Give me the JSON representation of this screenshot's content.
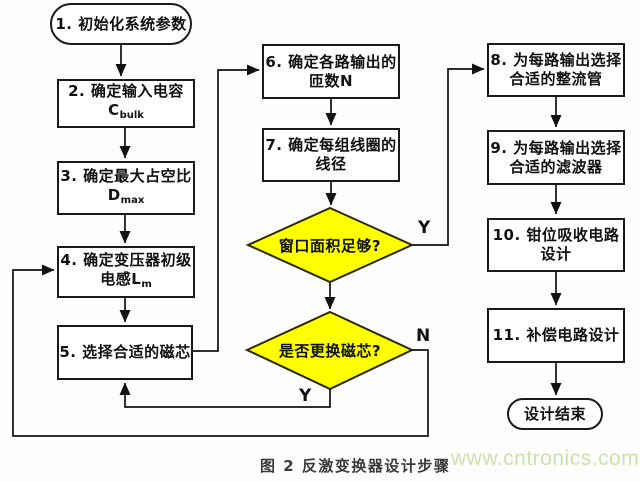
{
  "figure": {
    "caption": "图 2 反激变换器设计步骤",
    "watermark": "www.cntronics.com"
  },
  "colors": {
    "decision_fill": "#ffff00",
    "node_border": "#1a1a1a",
    "connector": "#111111",
    "caption_text": "#3a3a3a",
    "watermark_text": "#cde0ab"
  },
  "nodes": {
    "start": {
      "shape": "terminator",
      "label": "1. 初始化系统参数"
    },
    "step2": {
      "shape": "process",
      "line1": "2. 确定输入电容",
      "symbol": "C",
      "subscript": "bulk"
    },
    "step3": {
      "shape": "process",
      "line1": "3. 确定最大占空比",
      "symbol": "D",
      "subscript": "max"
    },
    "step4": {
      "shape": "process",
      "line1": "4. 确定变压器初级",
      "line2_prefix": "电感",
      "symbol": "L",
      "subscript": "m"
    },
    "step5": {
      "shape": "process",
      "label": "5. 选择合适的磁芯"
    },
    "step6": {
      "shape": "process",
      "line1": "6. 确定各路输出的",
      "line2": "匝数N"
    },
    "step7": {
      "shape": "process",
      "line1": "7. 确定每组线圈的",
      "line2": "线径"
    },
    "decision1": {
      "shape": "decision",
      "label": "窗口面积足够?"
    },
    "decision2": {
      "shape": "decision",
      "label": "是否更换磁芯?"
    },
    "step8": {
      "shape": "process",
      "line1": "8. 为每路输出选择",
      "line2": "合适的整流管"
    },
    "step9": {
      "shape": "process",
      "line1": "9. 为每路输出选择",
      "line2": "合适的滤波器"
    },
    "step10": {
      "shape": "process",
      "line1": "10. 钳位吸收电路",
      "line2": "设计"
    },
    "step11": {
      "shape": "process",
      "label": "11. 补偿电路设计"
    },
    "end": {
      "shape": "terminator",
      "label": "设计结束"
    }
  },
  "branch_labels": {
    "decision1_yes": "Y",
    "decision2_yes": "Y",
    "decision2_no": "N"
  }
}
